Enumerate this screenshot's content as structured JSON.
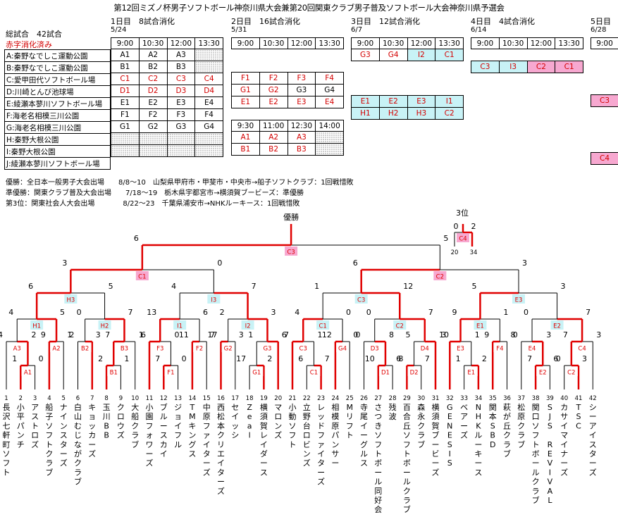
{
  "title": "第12回ミズノ杯男子ソフトボール神奈川県大会兼第20回関東クラブ男子普及ソフトボール大会神奈川県予選会",
  "total": "総試合　42試合",
  "legend": "赤字消化済み",
  "days": [
    {
      "label": "1日目　8試合消化",
      "date": "5/24"
    },
    {
      "label": "2日目　16試合消化",
      "date": "5/31"
    },
    {
      "label": "3日目　12試合消化",
      "date": "6/7"
    },
    {
      "label": "4日目　4試合消化",
      "date": "6/14"
    },
    {
      "label": "5日目",
      "date": "6/28"
    }
  ],
  "times": [
    "9:00",
    "10:30",
    "12:00",
    "13:30"
  ],
  "times_h": [
    "9:30",
    "11:00",
    "12:30",
    "14:00"
  ],
  "time_day5": "9:00",
  "venues": [
    "A:秦野なでしこ運動公園",
    "B:秦野なでしこ運動公園",
    "C:愛甲田代ソフトボール場",
    "D:川崎とんび池球場",
    "E:綾瀬本蓼川ソフトボール場",
    "F:海老名相模三川公園",
    "G:海老名相模三川公園",
    "H:秦野大根公園",
    "I:秦野大根公園",
    "J:綾瀬本蓼川ソフトボール場"
  ],
  "colors": {
    "cyan": "#c8f2f6",
    "pink": "#f7a8d0",
    "red": "#e00000",
    "played": "#d40000"
  },
  "schedule": {
    "day1": [
      [
        {
          "t": "A1"
        },
        {
          "t": "A2"
        },
        {
          "t": "A3"
        },
        {
          "t": "",
          "s": "dot"
        }
      ],
      [
        {
          "t": "B1"
        },
        {
          "t": "B2"
        },
        {
          "t": "B3"
        },
        {
          "t": "",
          "s": "dot"
        }
      ],
      [
        {
          "t": "C1",
          "s": "red"
        },
        {
          "t": "C2",
          "s": "red"
        },
        {
          "t": "C3",
          "s": "red"
        },
        {
          "t": "C4",
          "s": "red"
        }
      ],
      [
        {
          "t": "D1",
          "s": "red"
        },
        {
          "t": "D2",
          "s": "red"
        },
        {
          "t": "D3",
          "s": "red"
        },
        {
          "t": "D4",
          "s": "red"
        }
      ],
      [
        {
          "t": "E1"
        },
        {
          "t": "E2"
        },
        {
          "t": "E3"
        },
        {
          "t": "E4"
        }
      ],
      [
        {
          "t": "F1"
        },
        {
          "t": "F2"
        },
        {
          "t": "F3"
        },
        {
          "t": "F4"
        }
      ],
      [
        {
          "t": "G1"
        },
        {
          "t": "G2"
        },
        {
          "t": "G3"
        },
        {
          "t": "G4"
        }
      ],
      [
        {
          "t": "",
          "s": "dot"
        },
        {
          "t": "",
          "s": "dot"
        },
        {
          "t": "",
          "s": "dot"
        },
        {
          "t": "",
          "s": "dot"
        }
      ],
      [
        {
          "t": "",
          "s": "dot"
        },
        {
          "t": "",
          "s": "dot"
        },
        {
          "t": "",
          "s": "dot"
        },
        {
          "t": "",
          "s": "dot"
        }
      ]
    ],
    "day2": [
      [
        {
          "t": ""
        },
        {
          "t": ""
        },
        {
          "t": ""
        },
        {
          "t": ""
        }
      ],
      [
        {
          "t": ""
        },
        {
          "t": ""
        },
        {
          "t": ""
        },
        {
          "t": ""
        }
      ],
      [
        {
          "t": "F1",
          "s": "red"
        },
        {
          "t": "F2",
          "s": "red"
        },
        {
          "t": "F3",
          "s": "red"
        },
        {
          "t": "F4",
          "s": "red"
        }
      ],
      [
        {
          "t": "G1",
          "s": "red"
        },
        {
          "t": "G2",
          "s": "red"
        },
        {
          "t": "G3"
        },
        {
          "t": "G4"
        }
      ],
      [
        {
          "t": "E1",
          "s": "red"
        },
        {
          "t": "E2",
          "s": "red"
        },
        {
          "t": "E3",
          "s": "red"
        },
        {
          "t": "E4",
          "s": "red"
        }
      ],
      [
        {
          "t": ""
        },
        {
          "t": ""
        },
        {
          "t": ""
        },
        {
          "t": ""
        }
      ],
      [
        {
          "t": ""
        },
        {
          "t": ""
        },
        {
          "t": ""
        },
        {
          "t": ""
        }
      ],
      [
        {
          "t": "A1",
          "s": "red"
        },
        {
          "t": "A2",
          "s": "red"
        },
        {
          "t": "A3",
          "s": "red"
        },
        {
          "t": "",
          "s": "dot"
        }
      ],
      [
        {
          "t": "B1",
          "s": "red"
        },
        {
          "t": "B2",
          "s": "red"
        },
        {
          "t": "B3",
          "s": "red"
        },
        {
          "t": "",
          "s": "dot"
        }
      ]
    ],
    "day3": [
      [
        {
          "t": "G3",
          "s": "red"
        },
        {
          "t": "G4",
          "s": "red"
        },
        {
          "t": "I2",
          "s": "red cyan"
        },
        {
          "t": "C1",
          "s": "red cyan"
        }
      ],
      [
        {
          "t": ""
        },
        {
          "t": ""
        },
        {
          "t": ""
        },
        {
          "t": ""
        }
      ],
      [
        {
          "t": "E1",
          "s": "red cyan"
        },
        {
          "t": "E2",
          "s": "red cyan"
        },
        {
          "t": "E3",
          "s": "red cyan"
        },
        {
          "t": "I1",
          "s": "red cyan"
        }
      ],
      [
        {
          "t": "H1",
          "s": "red cyan"
        },
        {
          "t": "H2",
          "s": "red cyan"
        },
        {
          "t": "H3",
          "s": "red cyan"
        },
        {
          "t": "C2",
          "s": "red cyan"
        }
      ]
    ],
    "day4": [
      {
        "t": "C3",
        "s": "red cyan"
      },
      {
        "t": "I3",
        "s": "red cyan"
      },
      {
        "t": "C2",
        "s": "red pink"
      },
      {
        "t": "C1",
        "s": "red pink"
      }
    ],
    "day5": [
      {
        "t": "C3",
        "s": "red pink"
      },
      {
        "t": "C4",
        "s": "red pink"
      }
    ]
  },
  "notes": [
    "優勝：全日本一般男子大会出場　　8/8～10　山梨県甲府市・甲斐市・中央市→船子ソフトクラブ：1回戦惜敗",
    "準優勝：関東クラブ普及大会出場　　7/18～19　栃木県宇都宮市→横須賀ブービーズ：準優勝",
    "第3位：関東社会人大会出場　　　　8/22～23　千葉県浦安市→NHKルーキース：1回戦惜敗"
  ],
  "bracket": {
    "champion": "優勝",
    "third": "3位",
    "final": {
      "label": "C3",
      "left": "6",
      "right": "5"
    },
    "third_match": {
      "label": "C4",
      "left": "0",
      "right": "2",
      "left_team": "20",
      "right_team": "34"
    },
    "semis": [
      {
        "label": "C1",
        "left": "3",
        "right": "0"
      },
      {
        "label": "C2",
        "left": "6",
        "right": "3"
      }
    ],
    "quarters": [
      {
        "label": "H3",
        "left": "6",
        "right": "5"
      },
      {
        "label": "I3",
        "left": "4",
        "right": "7"
      },
      {
        "label": "C3",
        "left": "1",
        "right": "12"
      },
      {
        "label": "E3",
        "left": "5",
        "right": "3"
      }
    ],
    "r16": [
      {
        "label": "H1",
        "left": "4",
        "right": "5"
      },
      {
        "label": "H2",
        "left": "0",
        "right": "7"
      },
      {
        "label": "I1",
        "left": "13",
        "right": "6"
      },
      {
        "label": "I2",
        "left": "2",
        "right": "3"
      },
      {
        "label": "C1",
        "left": "4",
        "right": "0"
      },
      {
        "label": "C2",
        "left": "0",
        "right": "7"
      },
      {
        "label": "E1",
        "left": "9",
        "right": "1"
      },
      {
        "label": "E2",
        "left": "0",
        "right": "7"
      }
    ],
    "r32": [
      {
        "label": "A3",
        "left": "4",
        "right": "2"
      },
      {
        "label": "A2",
        "left": "9",
        "right": "1"
      },
      {
        "label": "B2",
        "left": "2",
        "right": "3"
      },
      {
        "label": "B3",
        "left": "7",
        "right": "1"
      },
      {
        "label": "F3",
        "left": "6",
        "right": "0"
      },
      {
        "label": "F2",
        "left": "11",
        "right": "7"
      },
      {
        "label": "G2",
        "left": "17",
        "right": "3"
      },
      {
        "label": "G3",
        "left": "1",
        "right": "6"
      },
      {
        "label": "C3",
        "left": "7",
        "right": "1"
      },
      {
        "label": "G4",
        "left": "12",
        "right": "0"
      },
      {
        "label": "D3",
        "left": "0",
        "right": "8"
      },
      {
        "label": "D4",
        "left": "5",
        "right": "10"
      },
      {
        "label": "E3",
        "left": "3",
        "right": "1"
      },
      {
        "label": "F4",
        "left": "9",
        "right": "8"
      },
      {
        "label": "E4",
        "left": "0",
        "right": "3"
      },
      {
        "label": "C4",
        "left": "7",
        "right": "3"
      }
    ],
    "r64": [
      {
        "label": "A1",
        "left": "1",
        "right": "0"
      },
      {
        "label": "B1",
        "left": "2",
        "right": "1"
      },
      {
        "label": "F1",
        "left": "7",
        "right": "0"
      },
      {
        "label": "G1",
        "left": "17",
        "right": "2"
      },
      {
        "label": "C1",
        "left": "6",
        "right": "7"
      },
      {
        "label": "D1",
        "left": "10",
        "right": "6"
      },
      {
        "label": "D2",
        "left": "8",
        "right": "7"
      },
      {
        "label": "E1",
        "left": "1",
        "right": "2"
      },
      {
        "label": "E2",
        "left": "7",
        "right": "6"
      },
      {
        "label": "C2",
        "left": "0",
        "right": "3"
      }
    ],
    "teams": [
      {
        "no": "1",
        "name": "長沢七軒町ソフト"
      },
      {
        "no": "2",
        "name": "小平パンチ"
      },
      {
        "no": "3",
        "name": "アストロズ"
      },
      {
        "no": "4",
        "name": "船子ソフトクラブ"
      },
      {
        "no": "5",
        "name": "ナインスターズ"
      },
      {
        "no": "6",
        "name": "白山むじながクラブ"
      },
      {
        "no": "7",
        "name": "キョッカーズ"
      },
      {
        "no": "8",
        "name": "玉川BB"
      },
      {
        "no": "9",
        "name": "クロウズ"
      },
      {
        "no": "10",
        "name": "大船クラブ"
      },
      {
        "no": "11",
        "name": "小園フォワーズ"
      },
      {
        "no": "12",
        "name": "ブルースカイ"
      },
      {
        "no": "13",
        "name": "ジョイフル"
      },
      {
        "no": "14",
        "name": "TMキングス"
      },
      {
        "no": "15",
        "name": "中原ファイターズ"
      },
      {
        "no": "16",
        "name": "西松本クリエイターズ"
      },
      {
        "no": "17",
        "name": "セイッシ"
      },
      {
        "no": "18",
        "name": "Zeal"
      },
      {
        "no": "19",
        "name": "横須賀レイダース"
      },
      {
        "no": "20",
        "name": "マロンズ"
      },
      {
        "no": "21",
        "name": "小動ソフト"
      },
      {
        "no": "22",
        "name": "立野台ロビンズ"
      },
      {
        "no": "23",
        "name": "レッドファイターズ"
      },
      {
        "no": "24",
        "name": "相模原パンサー"
      },
      {
        "no": "25",
        "name": "Mリフト"
      },
      {
        "no": "26",
        "name": "寺尾イーグルス"
      },
      {
        "no": "27",
        "name": "さつきソフトボール同好会"
      },
      {
        "no": "28",
        "name": "残波"
      },
      {
        "no": "29",
        "name": "百合丘ソフトボールクラブ"
      },
      {
        "no": "30",
        "name": "森永クラブ"
      },
      {
        "no": "31",
        "name": "横須賀ブービーズ"
      },
      {
        "no": "32",
        "name": "GENESIS"
      },
      {
        "no": "33",
        "name": "ベアーズ"
      },
      {
        "no": "34",
        "name": "NHKルーキース"
      },
      {
        "no": "35",
        "name": "関本SBD"
      },
      {
        "no": "36",
        "name": "萩が丘クラブ"
      },
      {
        "no": "37",
        "name": "松原クラブ"
      },
      {
        "no": "38",
        "name": "関口ソフトボールクラブ"
      },
      {
        "no": "39",
        "name": "SJS REVIVAL"
      },
      {
        "no": "40",
        "name": "カサイマイナーズ"
      },
      {
        "no": "41",
        "name": "TSC"
      },
      {
        "no": "42",
        "name": "シーアイスターズ"
      }
    ]
  }
}
